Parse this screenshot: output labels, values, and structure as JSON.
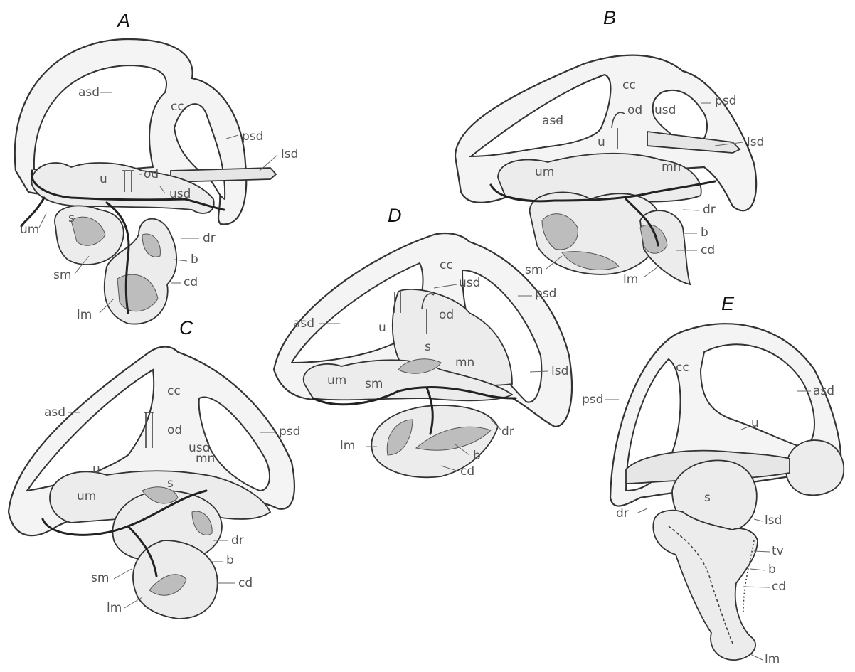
{
  "panels": [
    {
      "letter": "A",
      "labels": [
        "asd",
        "cc",
        "psd",
        "lsd",
        "u",
        "od",
        "usd",
        "um",
        "s",
        "dr",
        "sm",
        "b",
        "cd",
        "lm"
      ]
    },
    {
      "letter": "B",
      "labels": [
        "cc",
        "psd",
        "asd",
        "od",
        "usd",
        "lsd",
        "u",
        "um",
        "mn",
        "dr",
        "b",
        "cd",
        "sm",
        "lm"
      ]
    },
    {
      "letter": "C",
      "labels": [
        "cc",
        "asd",
        "psd",
        "od",
        "usd",
        "mn",
        "u",
        "s",
        "um",
        "dr",
        "b",
        "sm",
        "cd",
        "lm"
      ]
    },
    {
      "letter": "D",
      "labels": [
        "cc",
        "usd",
        "psd",
        "od",
        "asd",
        "u",
        "s",
        "mn",
        "lsd",
        "um",
        "sm",
        "lm",
        "dr",
        "b",
        "cd"
      ]
    },
    {
      "letter": "E",
      "labels": [
        "cc",
        "asd",
        "psd",
        "u",
        "s",
        "dr",
        "lsd",
        "tv",
        "b",
        "cd",
        "lm"
      ]
    }
  ]
}
